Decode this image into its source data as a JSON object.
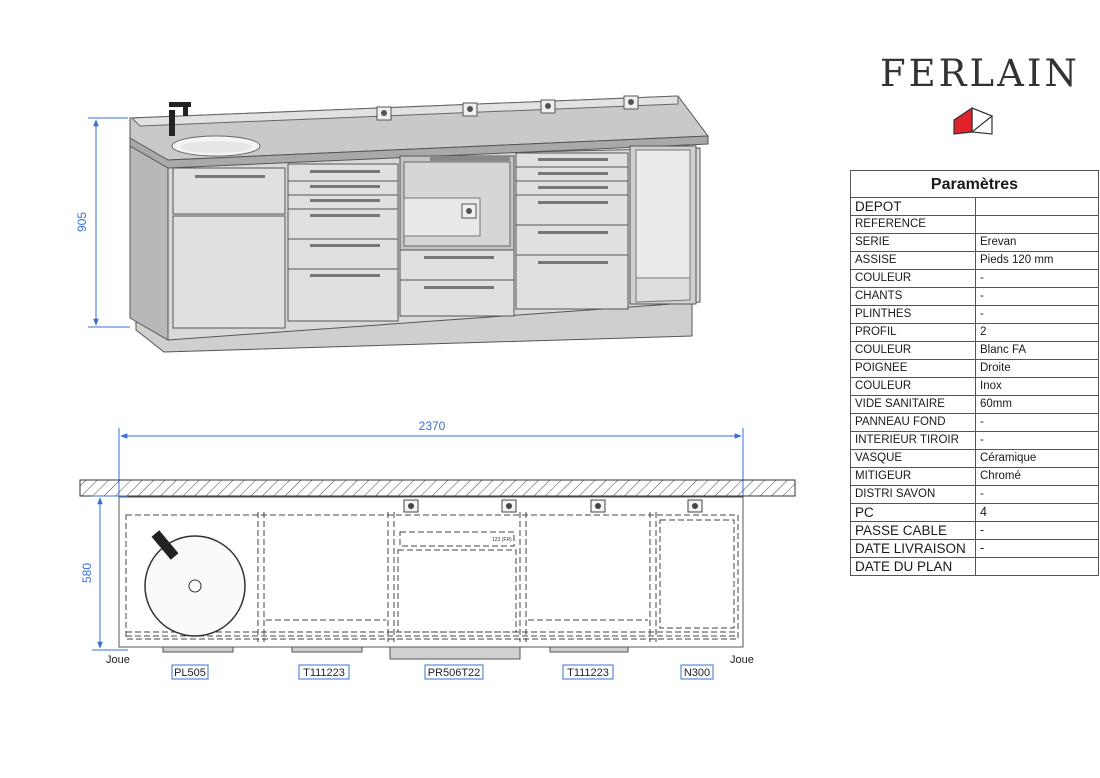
{
  "brand": {
    "name": "FERLAIN",
    "accent": "#e0232b"
  },
  "elevation": {
    "height_dim": "905"
  },
  "plan": {
    "width_dim": "2370",
    "depth_dim": "580",
    "joue_left": "Joue",
    "joue_right": "Joue",
    "modules": [
      "PL505",
      "T111223",
      "PR506T22",
      "T111223",
      "N300"
    ],
    "small_label": "123 (FR)"
  },
  "params": {
    "title": "Paramètres",
    "rows": [
      {
        "label": "DEPOT",
        "value": "",
        "big": true
      },
      {
        "label": "REFERENCE",
        "value": ""
      },
      {
        "label": "SERIE",
        "value": "Erevan"
      },
      {
        "label": "ASSISE",
        "value": "Pieds 120 mm"
      },
      {
        "label": "COULEUR",
        "value": "-"
      },
      {
        "label": "CHANTS",
        "value": "-"
      },
      {
        "label": "PLINTHES",
        "value": "-"
      },
      {
        "label": "PROFIL",
        "value": "2"
      },
      {
        "label": "COULEUR",
        "value": "Blanc FA"
      },
      {
        "label": "POIGNEE",
        "value": "Droite"
      },
      {
        "label": "COULEUR",
        "value": "Inox"
      },
      {
        "label": "VIDE SANITAIRE",
        "value": "60mm"
      },
      {
        "label": "PANNEAU FOND",
        "value": "-"
      },
      {
        "label": "INTERIEUR TIROIR",
        "value": "-"
      },
      {
        "label": "VASQUE",
        "value": "Céramique"
      },
      {
        "label": "MITIGEUR",
        "value": "Chromé"
      },
      {
        "label": "DISTRI SAVON",
        "value": "-"
      },
      {
        "label": "PC",
        "value": "4",
        "big": true
      },
      {
        "label": "PASSE CABLE",
        "value": "-",
        "big": true
      },
      {
        "label": "DATE LIVRAISON",
        "value": "-",
        "big": true
      },
      {
        "label": "DATE DU PLAN",
        "value": "",
        "big": true
      }
    ]
  }
}
